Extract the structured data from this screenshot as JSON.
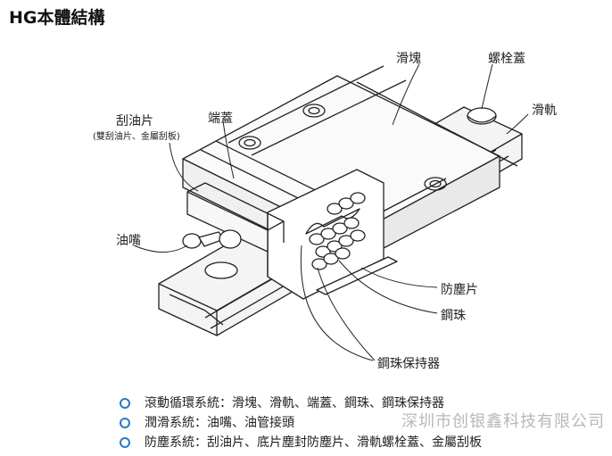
{
  "title": "HG本體結構",
  "labels": {
    "block": "滑塊",
    "bolt_cap": "螺栓蓋",
    "rail": "滑軌",
    "scraper": "刮油片",
    "scraper_note": "(雙刮油片、金屬刮板)",
    "end_cap": "端蓋",
    "nipple": "油嘴",
    "dust_seal": "防塵片",
    "steel_ball": "鋼珠",
    "retainer": "鋼珠保持器"
  },
  "systems": [
    {
      "text": "滾動循環系統：滑塊、滑軌、端蓋、鋼珠、鋼珠保持器"
    },
    {
      "text": "潤滑系統：油嘴、油管接頭"
    },
    {
      "text": "防塵系統：刮油片、底片塵封防塵片、滑軌螺栓蓋、金屬刮板"
    }
  ],
  "watermark": "深圳市创银鑫科技有限公司",
  "colors": {
    "bullet": "#2b78c8",
    "line": "#222222",
    "watermark": "#b8b8b8"
  }
}
